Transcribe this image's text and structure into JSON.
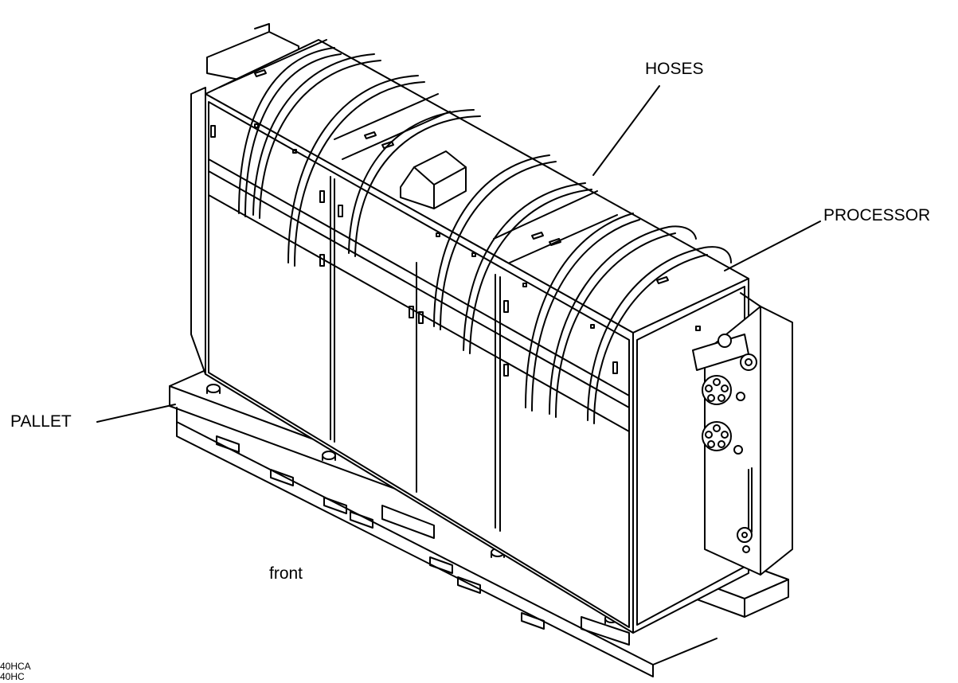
{
  "labels": {
    "hoses": "HOSES",
    "processor": "PROCESSOR",
    "pallet": "PALLET",
    "front": "front"
  },
  "figure_codes": [
    "40HCA",
    "40HC"
  ],
  "colors": {
    "line": "#000000",
    "background": "#ffffff"
  }
}
